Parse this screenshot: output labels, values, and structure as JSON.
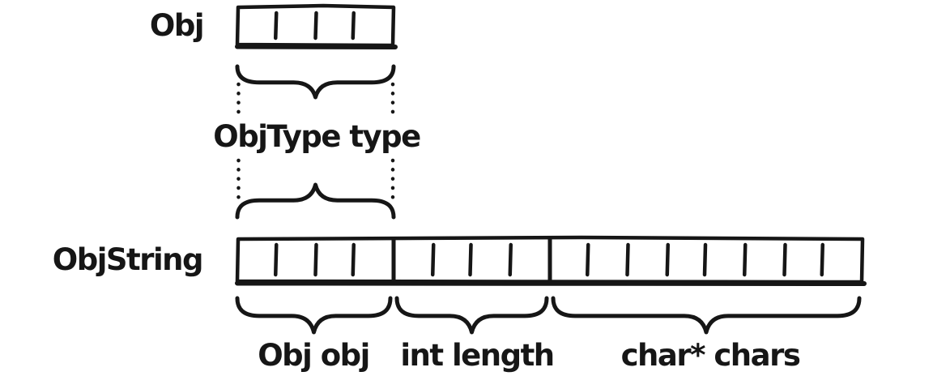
{
  "colors": {
    "ink": "#161616",
    "background": "#ffffff"
  },
  "obj_struct": {
    "name_label": "Obj",
    "cells": 4,
    "field_brace_label": "ObjType type"
  },
  "objstring_struct": {
    "name_label": "ObjString",
    "fields": [
      {
        "label": "Obj obj",
        "cells": 4
      },
      {
        "label": "int length",
        "cells": 4
      },
      {
        "label": "char* chars",
        "cells": 8
      }
    ]
  }
}
